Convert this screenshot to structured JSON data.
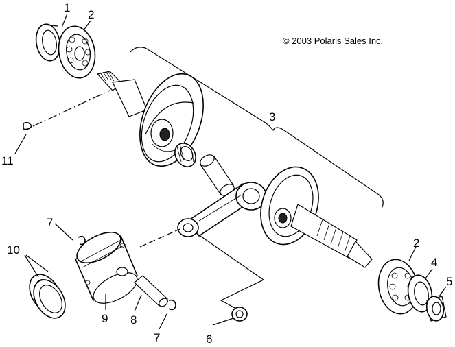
{
  "copyright": "© 2003 Polaris Sales Inc.",
  "callouts": [
    {
      "id": "c1",
      "text": "1"
    },
    {
      "id": "c2a",
      "text": "2"
    },
    {
      "id": "c3",
      "text": "3"
    },
    {
      "id": "c11",
      "text": "11"
    },
    {
      "id": "c7a",
      "text": "7"
    },
    {
      "id": "c10",
      "text": "10"
    },
    {
      "id": "c9",
      "text": "9"
    },
    {
      "id": "c8",
      "text": "8"
    },
    {
      "id": "c7b",
      "text": "7"
    },
    {
      "id": "c6",
      "text": "6"
    },
    {
      "id": "c2b",
      "text": "2"
    },
    {
      "id": "c4",
      "text": "4"
    },
    {
      "id": "c5",
      "text": "5"
    }
  ]
}
